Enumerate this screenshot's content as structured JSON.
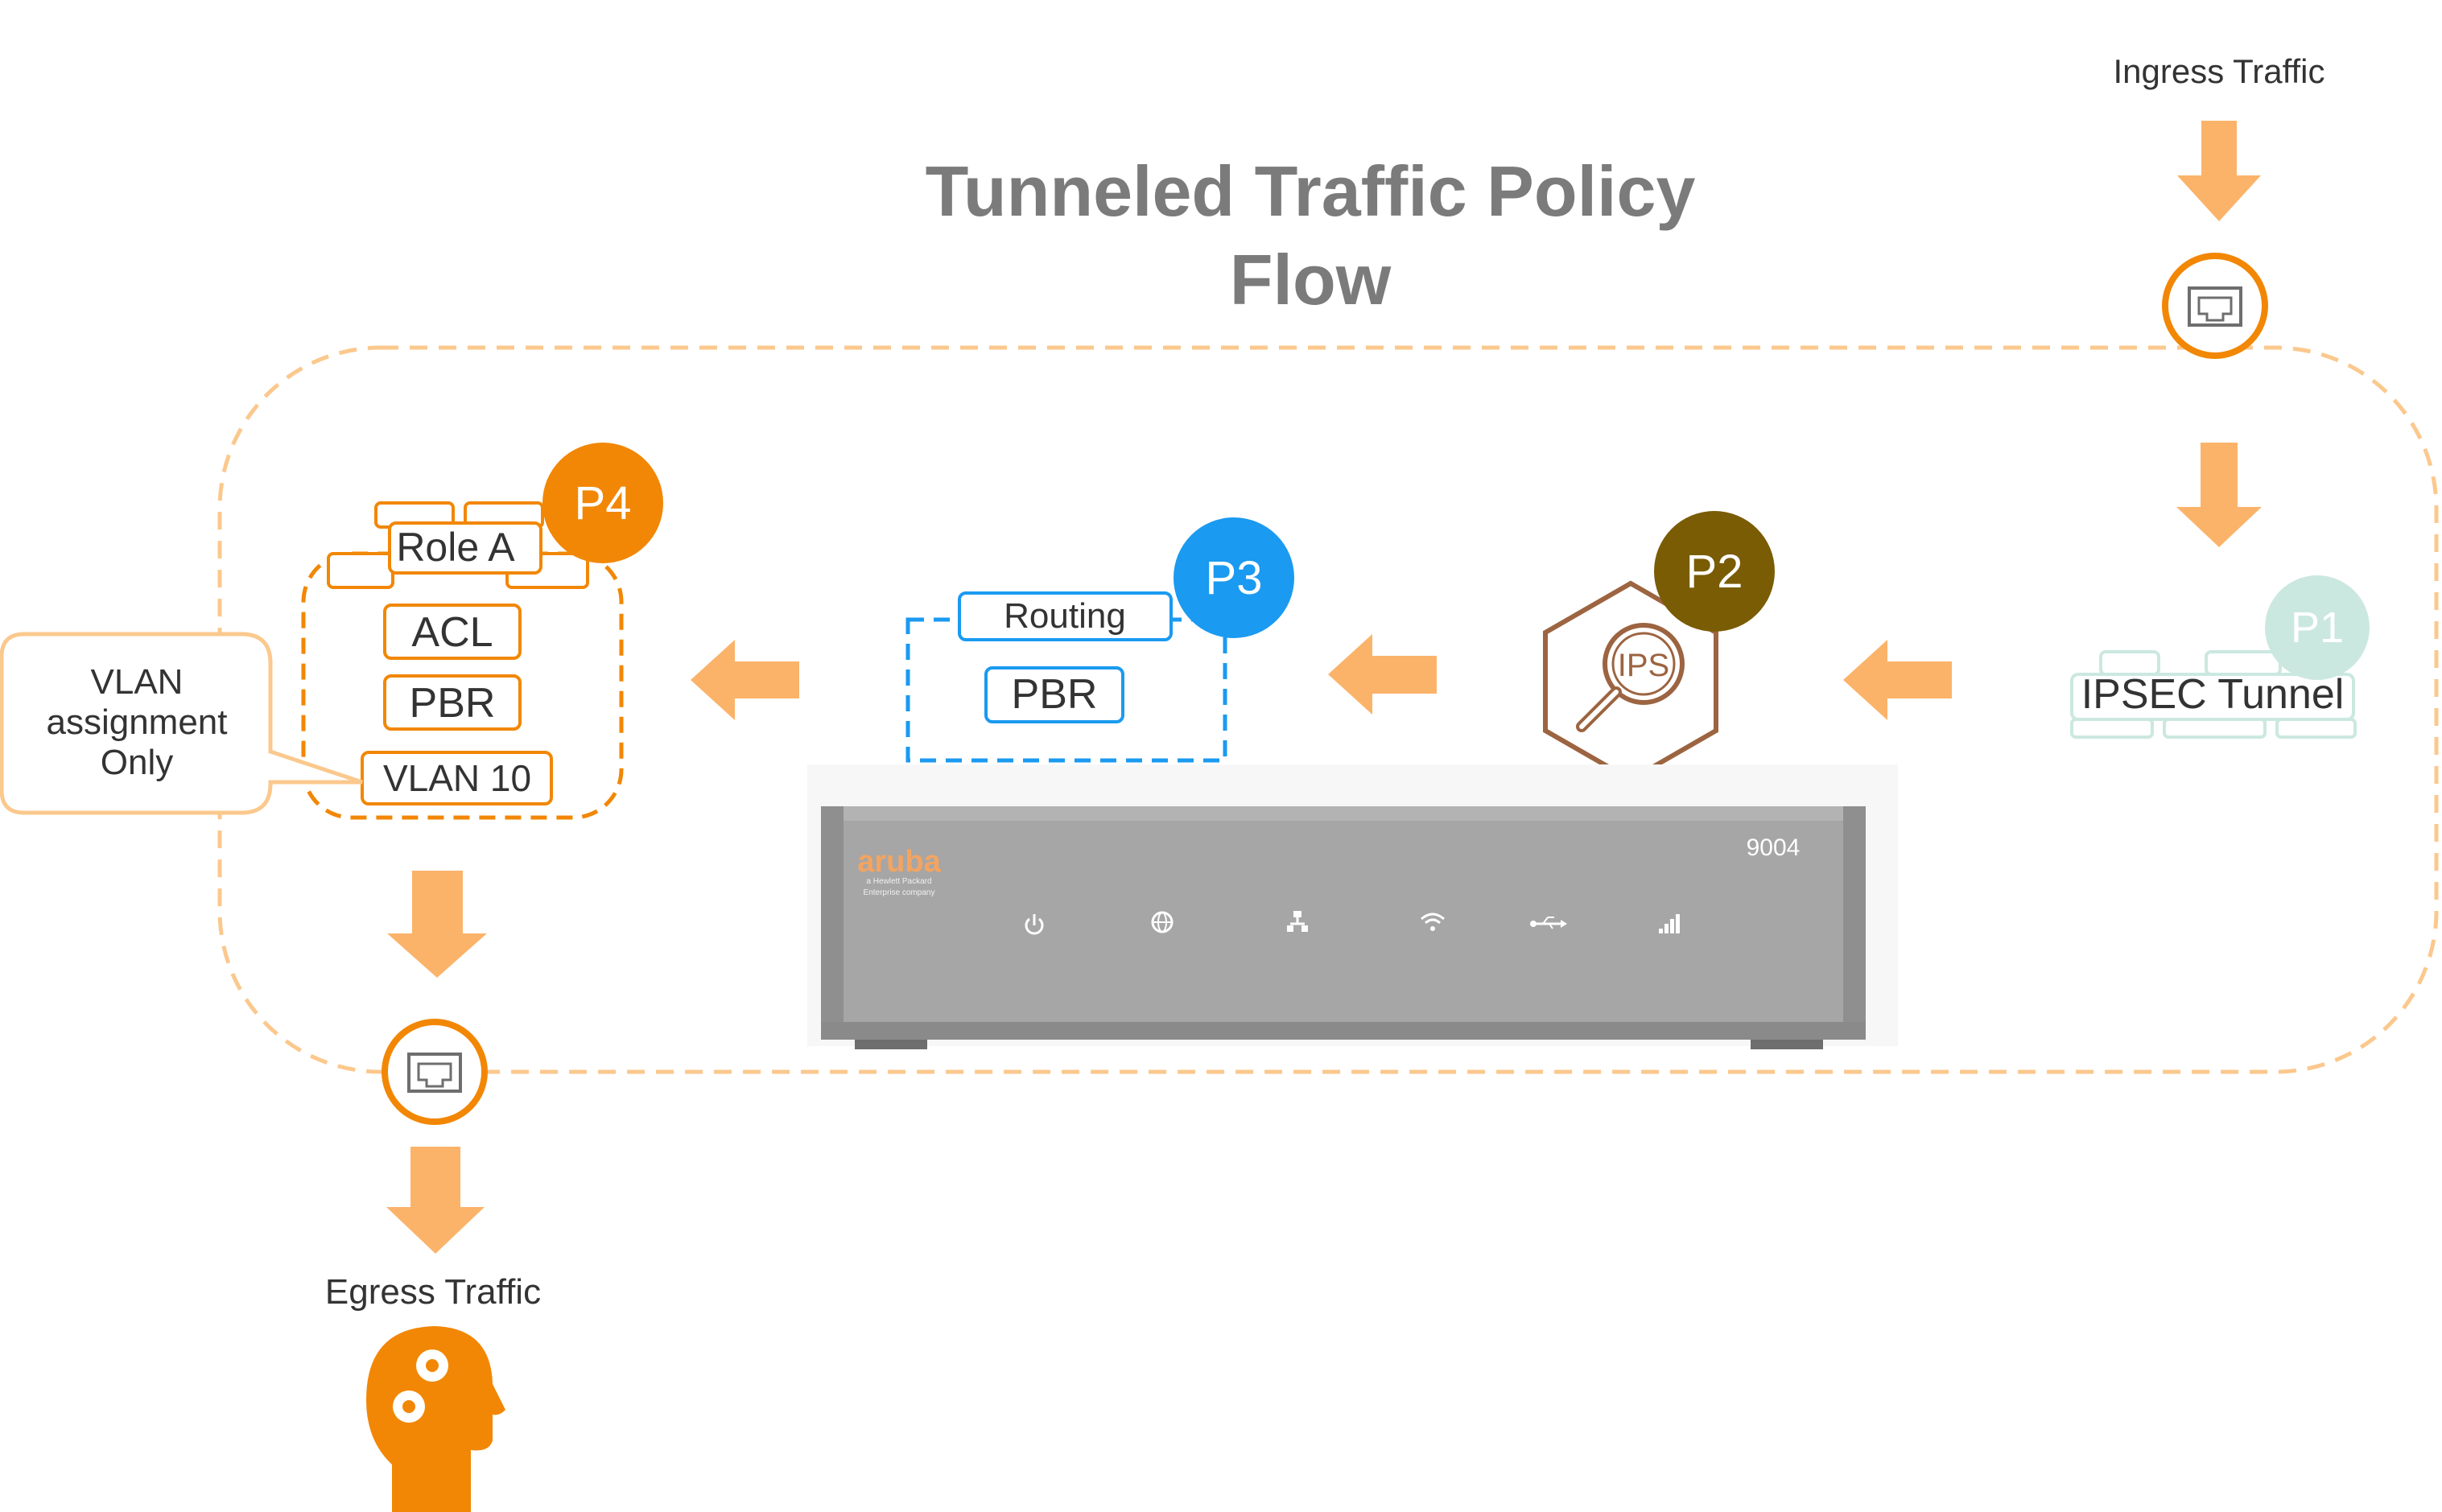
{
  "title": {
    "line1": "Tunneled Traffic Policy",
    "line2": "Flow"
  },
  "ingress_label": "Ingress Traffic",
  "egress_label": "Egress Traffic",
  "p1": {
    "badge": "P1",
    "label": "IPSEC Tunnel"
  },
  "p2": {
    "badge": "P2",
    "label": "IPS"
  },
  "p3": {
    "badge": "P3",
    "routing": "Routing",
    "pbr": "PBR"
  },
  "p4": {
    "badge": "P4",
    "role": "Role A",
    "acl": "ACL",
    "pbr": "PBR",
    "vlan": "VLAN 10"
  },
  "callout": {
    "line1": "VLAN",
    "line2": "assignment",
    "line3": "Only"
  },
  "device": {
    "model": "9004",
    "brand": "aruba",
    "tagline1": "a Hewlett Packard",
    "tagline2": "Enterprise company",
    "status_icons": [
      "power-icon",
      "globe-icon",
      "network-icon",
      "wifi-icon",
      "usb-icon",
      "signal-icon"
    ]
  },
  "colors": {
    "arrow": "#FBB36A",
    "orange": "#F28705",
    "blue": "#1A9AF0",
    "brown": "#7A5C05",
    "ips_hex": "#9C6440",
    "teal": "#CBE8E0",
    "title_gray": "#7B7B7B",
    "device_gray": "#A6A6A6"
  }
}
